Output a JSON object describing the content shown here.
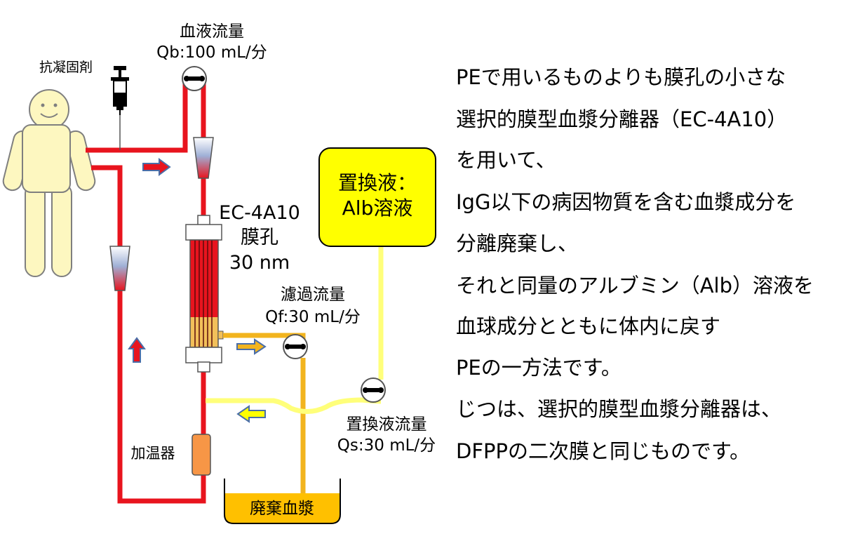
{
  "labels": {
    "anticoagulant": "抗凝固剤",
    "blood_flow_title": "血液流量",
    "blood_flow_value": "Qb:100 mL/分",
    "filter_name": "EC-4A10",
    "pore_title": "膜孔",
    "pore_value": "30 nm",
    "filtrate_flow_title": "濾過流量",
    "filtrate_flow_value": "Qf:30 mL/分",
    "replacement_box_line1": "置換液：",
    "replacement_box_line2": "Alb溶液",
    "replacement_flow_title": "置換液流量",
    "replacement_flow_value": "Qs:30 mL/分",
    "warmer": "加温器",
    "waste_plasma": "廃棄血漿"
  },
  "explanation": [
    "PEで用いるものよりも膜孔の小さな",
    "選択的膜型血漿分離器（EC-4A10）",
    "を用いて、",
    "IgG以下の病因物質を含む血漿成分を",
    "分離廃棄し、",
    "それと同量のアルブミン（Alb）溶液を",
    "血球成分とともに体内に戻す",
    "PEの一方法です。",
    "じつは、選択的膜型血漿分離器は、",
    "DFPPの二次膜と同じものです。"
  ],
  "colors": {
    "blood_line": "#e8141e",
    "filtrate_line": "#f2b41e",
    "replacement_line": "#ffff7a",
    "replacement_box": "#ffff00",
    "waste_fill": "#ffc000",
    "warmer": "#f79646",
    "patient": "#fdf7c0",
    "patient_outline": "#7f7f7f",
    "arrow_blue": "#4a6ea8"
  }
}
